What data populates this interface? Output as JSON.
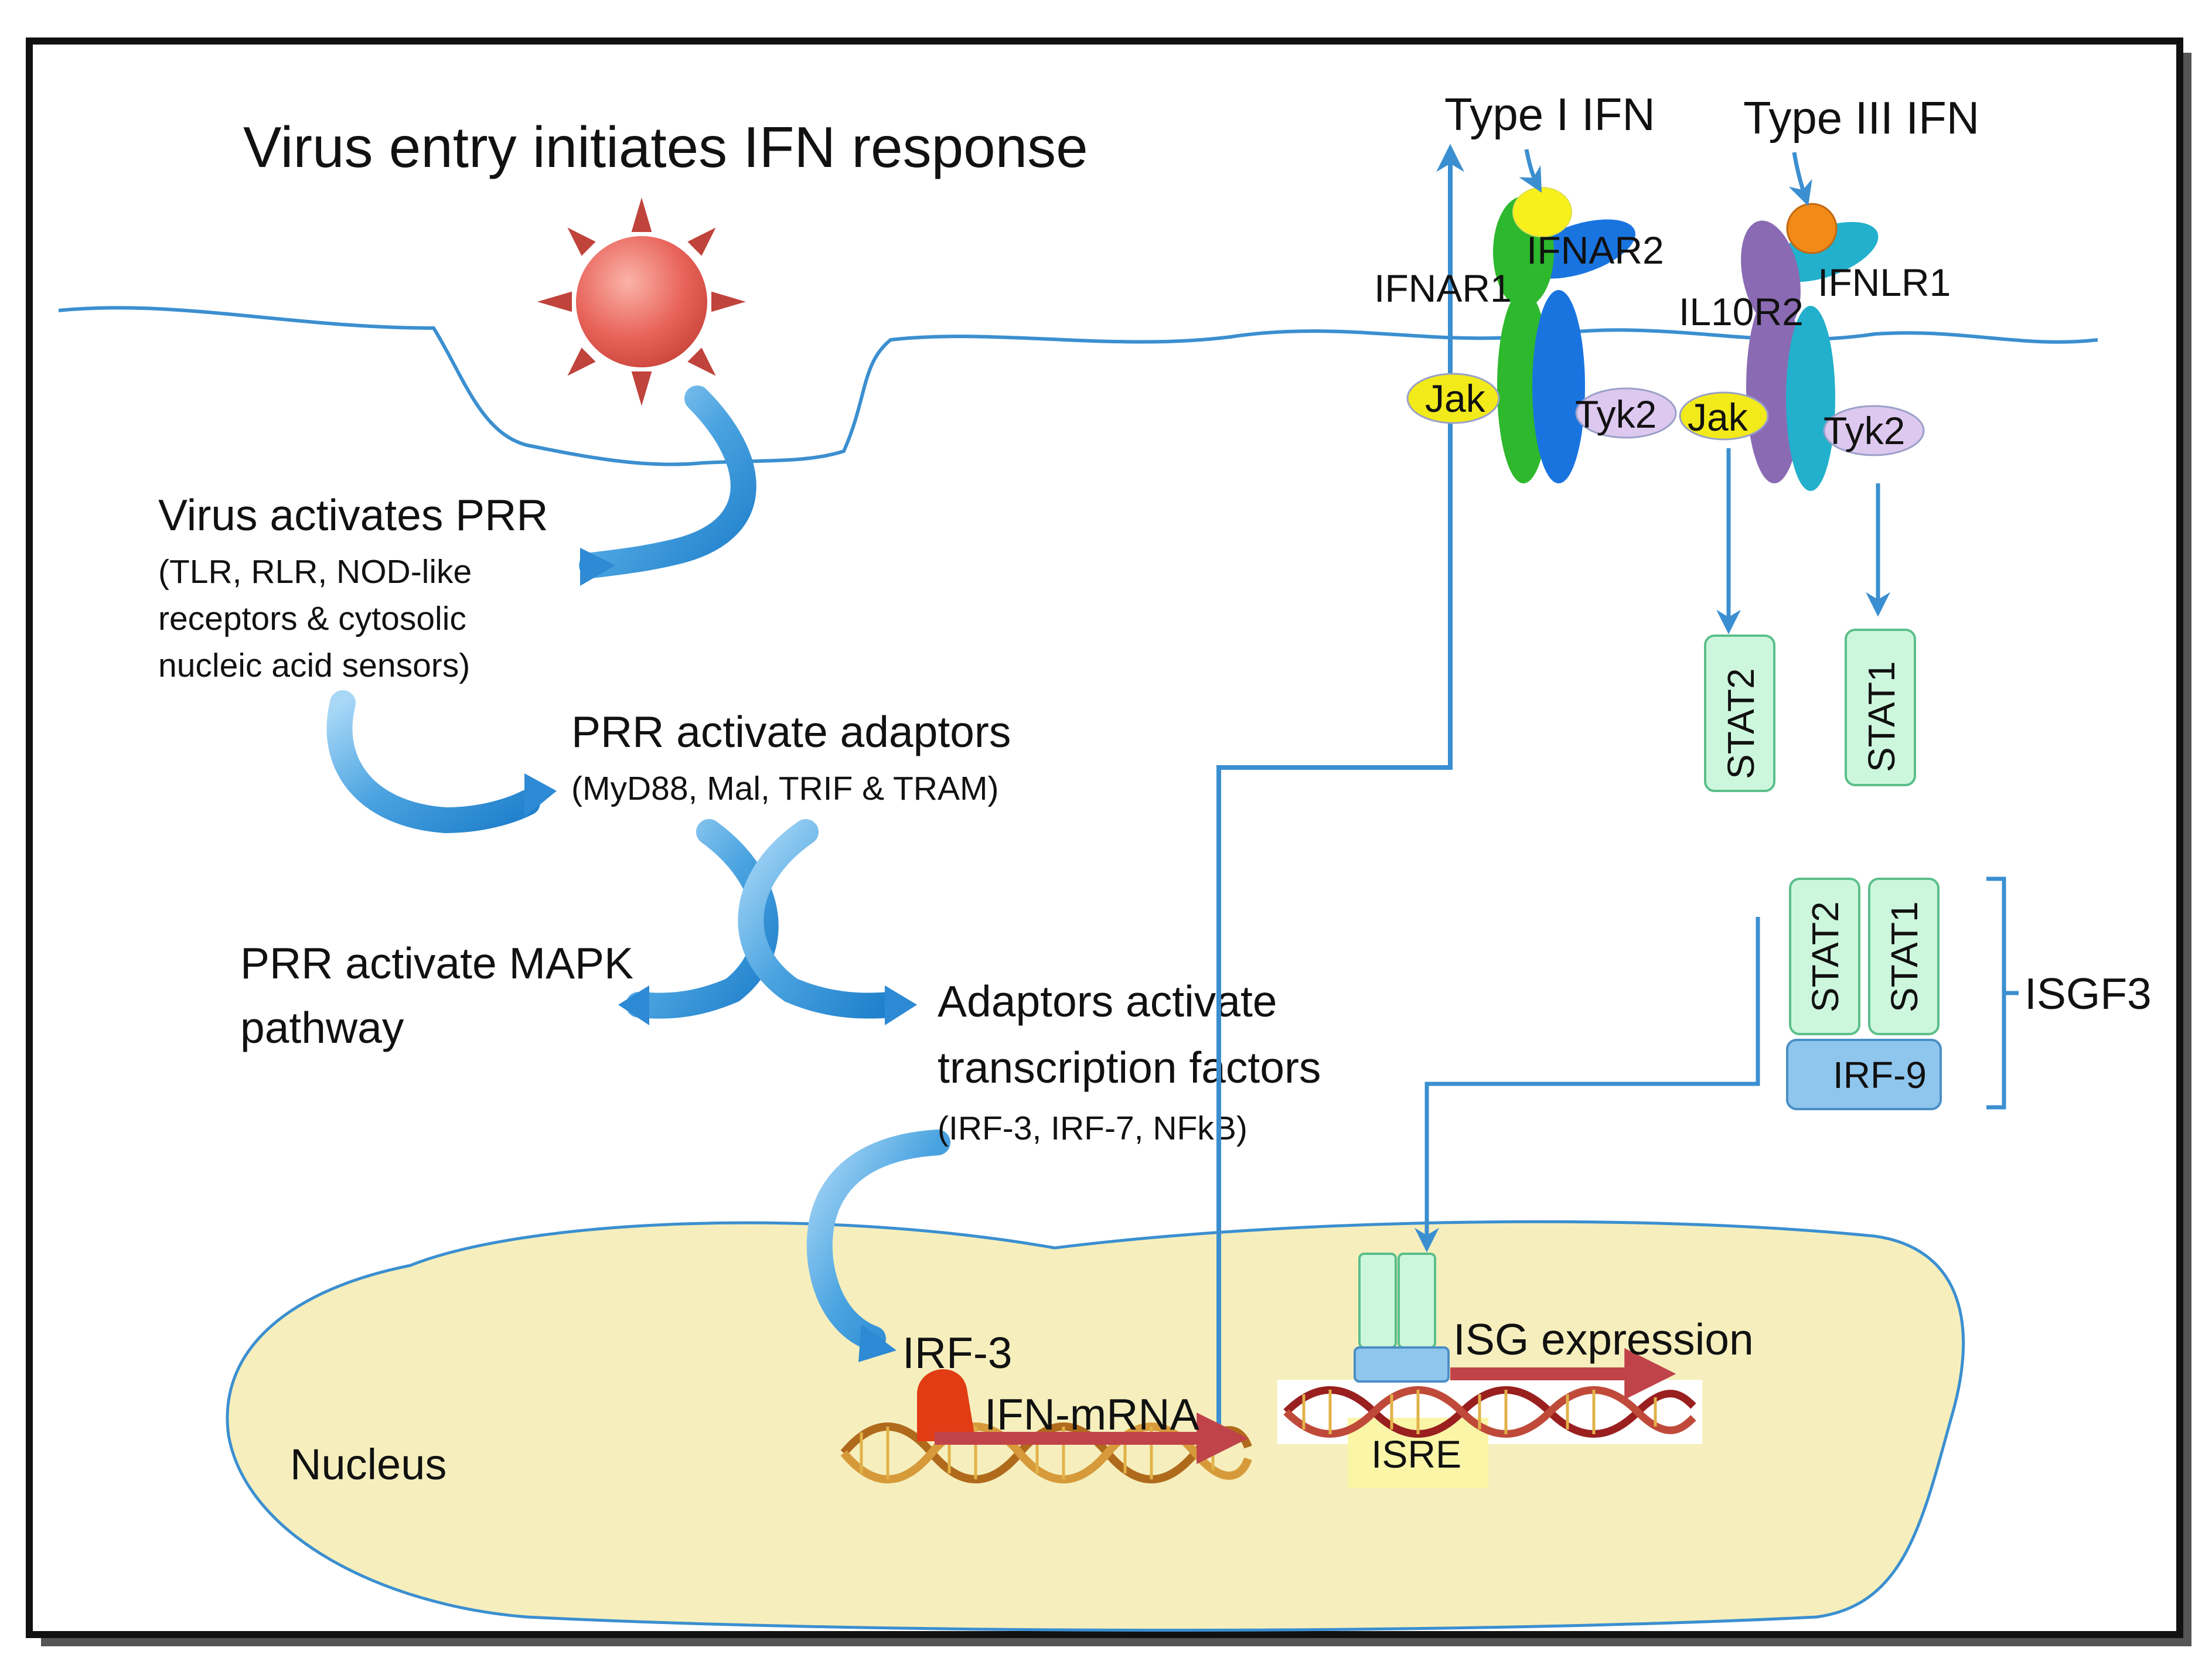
{
  "title": "Virus entry initiates IFN response",
  "ligands": {
    "type1": "Type I IFN",
    "type3": "Type III IFN"
  },
  "receptors": {
    "ifnar1": "IFNAR1",
    "ifnar2": "IFNAR2",
    "il10r2": "IL10R2",
    "ifnlr1": "IFNLR1"
  },
  "kinases": {
    "jak_left": "Jak",
    "tyk2_left": "Tyk2",
    "jak_right": "Jak",
    "tyk2_right": "Tyk2"
  },
  "stats": {
    "stat2": "STAT2",
    "stat1": "STAT1"
  },
  "isgf3": {
    "stat2": "STAT2",
    "stat1": "STAT1",
    "irf9": "IRF-9",
    "label": "ISGF3"
  },
  "steps": {
    "step1_title": "Virus activates PRR",
    "step1_note_line1": "(TLR, RLR, NOD-like",
    "step1_note_line2": "receptors & cytosolic",
    "step1_note_line3": "nucleic acid sensors)",
    "step2_title": "PRR activate adaptors",
    "step2_note": "(MyD88, Mal, TRIF & TRAM)",
    "mapk_line1": "PRR activate MAPK",
    "mapk_line2": "pathway",
    "adaptors_line1": "Adaptors activate",
    "adaptors_line2": "transcription factors",
    "adaptors_note": "(IRF-3, IRF-7, NFkB)"
  },
  "nucleus": {
    "label": "Nucleus",
    "irf3": "IRF-3",
    "ifn_mrna": "IFN-mRNA",
    "isg_expression": "ISG expression",
    "isre": "ISRE"
  },
  "colors": {
    "membrane": "#3b8fd0",
    "arrow": "#4aa3e0",
    "virus": "#e8635a",
    "virus_spike": "#c0433c",
    "nucleus_fill": "#f6efbd",
    "ifnar1": "#2db82d",
    "ifnar2": "#1a74e0",
    "il10r2": "#8a6bb3",
    "ifnlr1": "#22b0cc",
    "jak": "#f2ea1a",
    "tyk2": "#ddc8ef",
    "type1_ligand": "#f7f01a",
    "type3_ligand": "#f28a18",
    "stat_box": "#cdf7dd",
    "irf9_box": "#8fc6ee",
    "irf3_blob": "#e13c14",
    "mrna_arrow": "#c0434a",
    "isre_bg": "#fbf5a8"
  }
}
